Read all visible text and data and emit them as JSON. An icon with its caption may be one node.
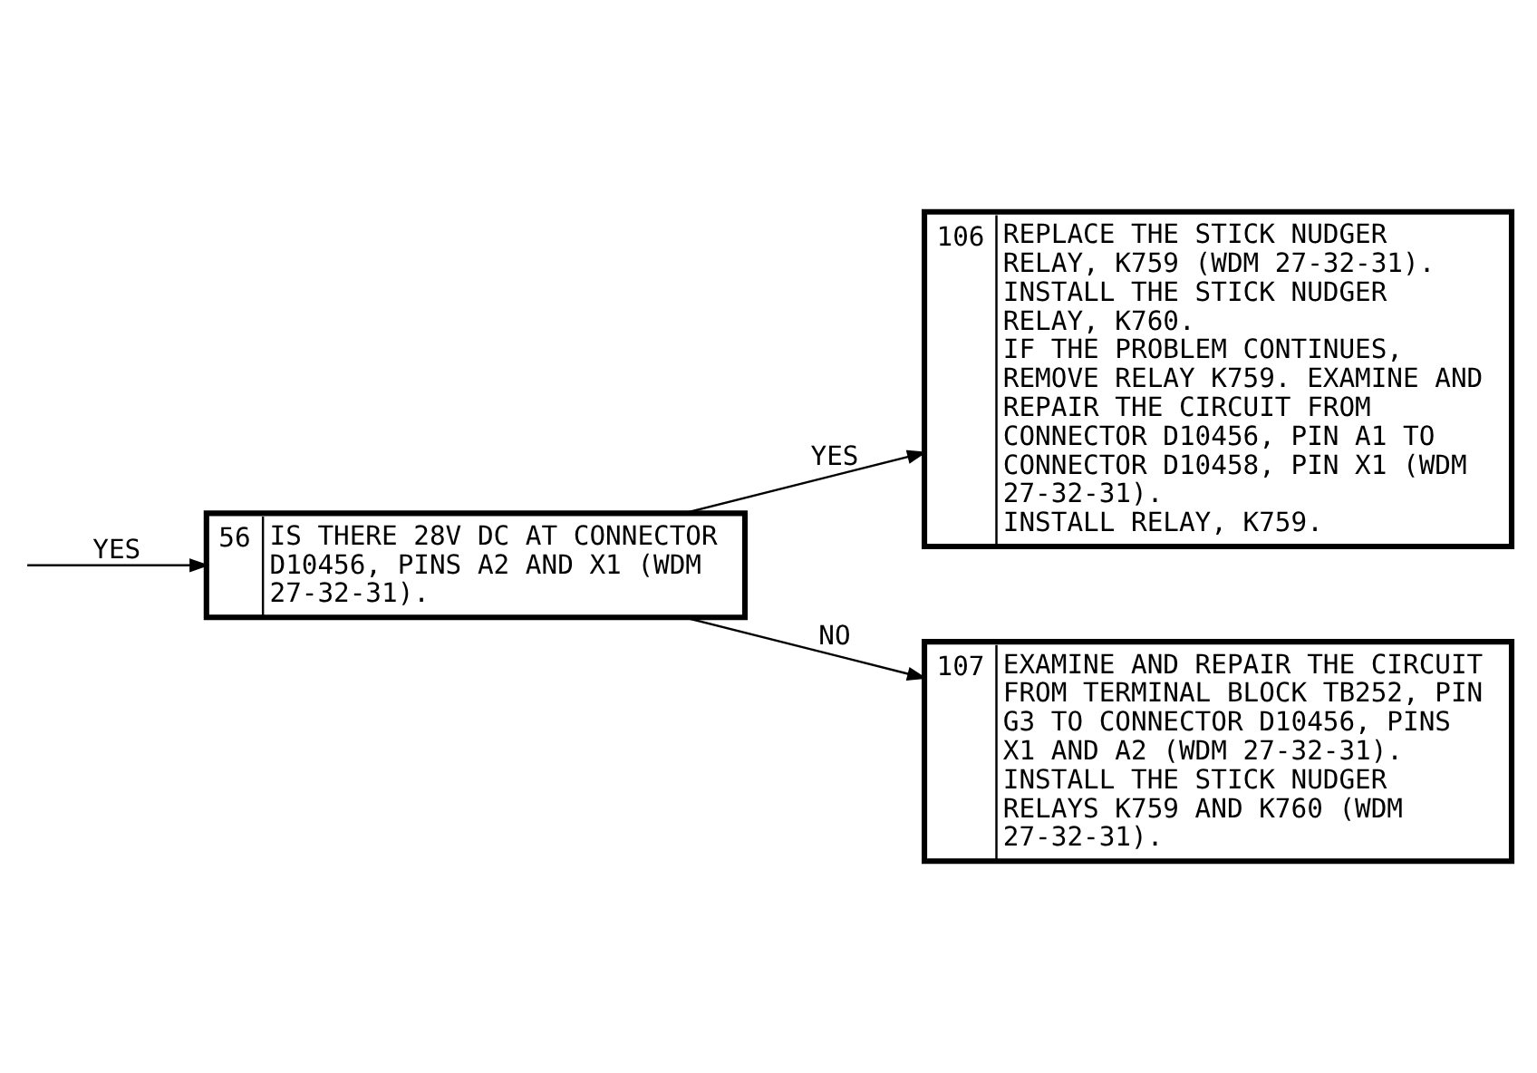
{
  "diagram": {
    "nodes": [
      {
        "text": [
          "56",
          "IS THERE 28V DC AT CONNECTOR D10456, PINS A2 AND X1 (WDM 27-32-31)."
        ]
      },
      {
        "text": [
          "106",
          "REPLACE THE STICK NUDGER RELAY, K759 (WDM 27-32-31).",
          "INSTALL THE STICK NUDGER RELAY, K760.",
          "IF THE PROBLEM CONTINUES, REMOVE RELAY K759. EXAMINE AND REPAIR THE CIRCUIT FROM CONNECTOR D10456, PIN A1 TO CONNECTOR D10458, PIN X1 (WDM 27-32-31).",
          "INSTALL RELAY, K759."
        ]
      },
      {
        "text": [
          "107",
          "EXAMINE AND REPAIR THE CIRCUIT FROM TERMINAL BLOCK TB252, PIN G3 TO CONNECTOR D10456, PINS X1 AND A2 (WDM 27-32-31).",
          "INSTALL THE STICK NUDGER RELAYS K759 AND K760 (WDM 27-32-31)."
        ]
      }
    ],
    "edges": [
      {
        "from": null,
        "to": 0,
        "arrow": "to",
        "label": "YES"
      },
      {
        "from": 0,
        "to": 1,
        "arrow": "to",
        "label": "YES"
      },
      {
        "from": 0,
        "to": 2,
        "arrow": "to",
        "label": "NO"
      }
    ]
  }
}
